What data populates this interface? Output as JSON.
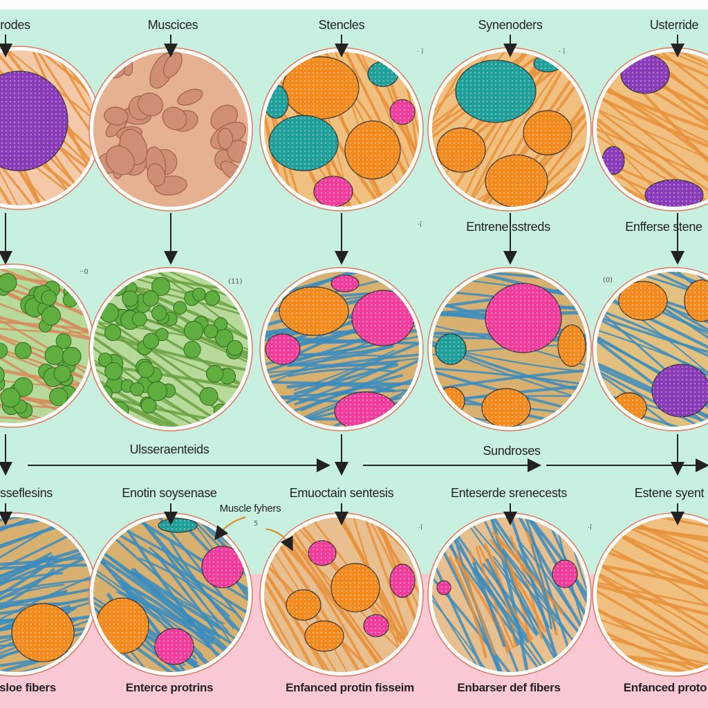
{
  "row1": {
    "labels": [
      "rodes",
      "Muscices",
      "Stencles",
      "Synenoders",
      "Usterride"
    ]
  },
  "row2": {
    "labels": [
      "Entrene sstreds",
      "Enfferse stene"
    ]
  },
  "row3": {
    "labels": [
      "sseflesins",
      "Enotin soysenase",
      "Emuoctain sentesis",
      "Enteserde srenecests",
      "Estene syent"
    ],
    "connector_labels": [
      "Ulsseraenteids",
      "Sundroses"
    ],
    "annotation": "Muscle fyhers"
  },
  "bottom": {
    "labels": [
      "sloe fibers",
      "Enterce protrins",
      "Enfanced protin fisseim",
      "Enbarser def fibers",
      "Enfanced proto"
    ]
  },
  "markers": [
    "· ı̄",
    "· ı̄",
    "··0",
    "(11)",
    "(0)",
    "5",
    "·ı̄",
    "·ı̄",
    "·ı̄"
  ],
  "colors": {
    "mint_bg": "#c7f0e0",
    "pink_bg": "#fbc9d4",
    "fiber_orange": "#e8903a",
    "fiber_blue": "#3a8cc0",
    "cell_orange": "#f28a1e",
    "cell_teal": "#1f9e9a",
    "cell_pink": "#f03d9c",
    "cell_purple": "#8a3bb8",
    "cell_green": "#5fae3f",
    "tissue_tan": "#e6b191"
  }
}
